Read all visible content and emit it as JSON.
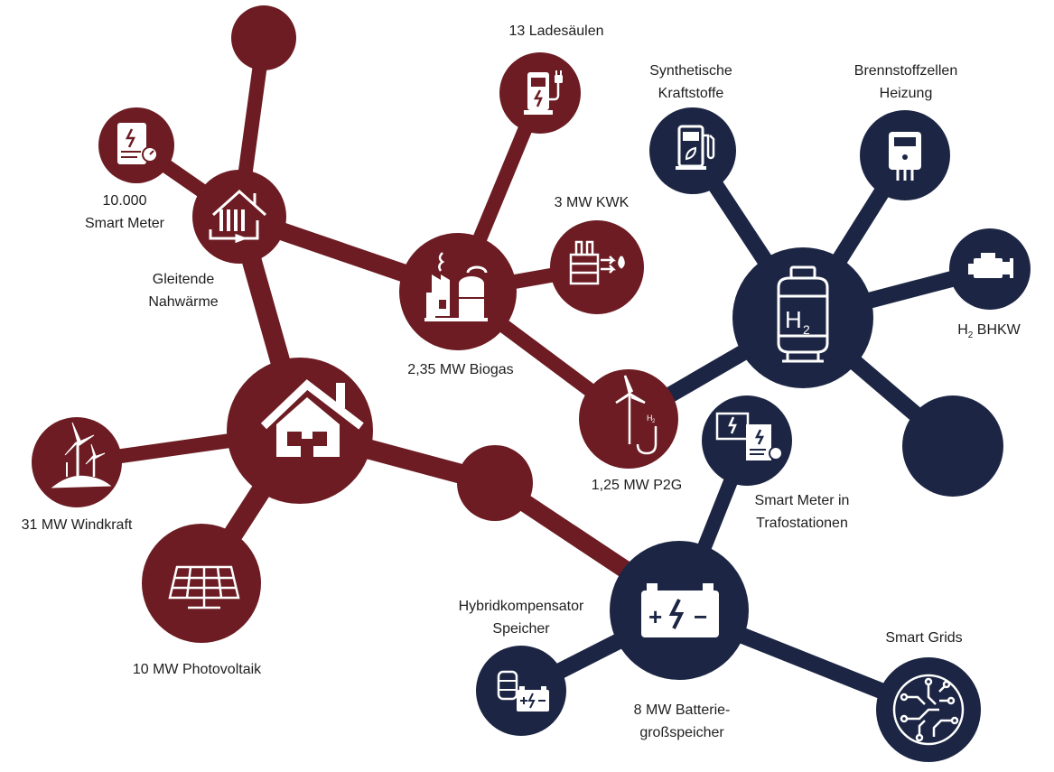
{
  "colors": {
    "red": "#6c1c22",
    "navy": "#1c2644",
    "white": "#ffffff",
    "text": "#1e1e1e"
  },
  "labels": {
    "ladesaeulen": "13 Ladesäulen",
    "synth_1": "Synthetische",
    "synth_2": "Kraftstoffe",
    "brenn_1": "Brennstoffzellen",
    "brenn_2": "Heizung",
    "smart_meter_1": "10.000",
    "smart_meter_2": "Smart Meter",
    "kwk": "3 MW KWK",
    "nahwaerme_1": "Gleitende",
    "nahwaerme_2": "Nahwärme",
    "h2_bhkw_h": "H",
    "h2_bhkw_sub": "2",
    "h2_bhkw_rest": " BHKW",
    "biogas": "2,35 MW Biogas",
    "p2g": "1,25 MW P2G",
    "windkraft": "31 MW Windkraft",
    "trafo_1": "Smart Meter in",
    "trafo_2": "Trafostationen",
    "hybrid_1": "Hybridkompensator",
    "hybrid_2": "Speicher",
    "photovoltaik": "10 MW Photovoltaik",
    "smart_grids": "Smart Grids",
    "batterie_1": "8 MW Batterie-",
    "batterie_2": "großspeicher"
  },
  "icons": {
    "h2_letter": "H",
    "h2_sub": "2",
    "battery_plus": "+",
    "battery_minus": "−"
  }
}
